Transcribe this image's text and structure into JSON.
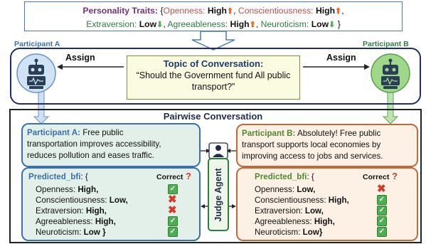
{
  "traits": {
    "heading": "Personality Traits:",
    "open_brace": "{",
    "openness_name": "Openness:",
    "openness_val": "High",
    "conscientiousness_name": "Conscientiousness:",
    "conscientiousness_val": "High",
    "extraversion_name": "Extraversion:",
    "extraversion_val": "Low",
    "agreeableness_name": "Agreeableness:",
    "agreeableness_val": "High",
    "neuroticism_name": "Neuroticism:",
    "neuroticism_val": "Low",
    "close_brace": "}"
  },
  "participant_a_label": "Participant A",
  "participant_b_label": "Participant B",
  "assign_label": "Assign",
  "topic": {
    "title": "Topic of Conversation:",
    "line1": "“Should the Government fund All public",
    "line2": "transport?”"
  },
  "pairwise_title": "Pairwise Conversation",
  "message_a": {
    "speaker": "Participant A:",
    "lines": [
      "Free public",
      "transportation improves accessibility,",
      "reduces pollution and eases traffic."
    ]
  },
  "message_b": {
    "speaker": "Participant B:",
    "lines": [
      "Absolutely! Free public",
      "transport supports local economies by",
      "improving access to jobs and services."
    ]
  },
  "judge_label": "Judge Agent",
  "predicted_a": {
    "title": "Predicted_bfi",
    "open": ": {",
    "correct_label": "Correct",
    "rows": [
      {
        "name": "Openness:",
        "val": "High,",
        "correct": true
      },
      {
        "name": "Conscientiousness:",
        "val": "Low,",
        "correct": false
      },
      {
        "name": "Extraversion:",
        "val": "High,",
        "correct": false
      },
      {
        "name": "Agreeableness:",
        "val": "High,",
        "correct": true
      },
      {
        "name": "Neuroticism:",
        "val": "Low }",
        "correct": true
      }
    ]
  },
  "predicted_b": {
    "title": "Predicted_bfi",
    "open": ": {",
    "correct_label": "Correct",
    "rows": [
      {
        "name": "Openness:",
        "val": "Low,",
        "correct": false
      },
      {
        "name": "Conscientiousness:",
        "val": "High,",
        "correct": true
      },
      {
        "name": "Extraversion:",
        "val": "Low,",
        "correct": true
      },
      {
        "name": "Agreeableness:",
        "val": "High,",
        "correct": true
      },
      {
        "name": "Neuroticism:",
        "val": "Low}",
        "correct": true
      }
    ]
  },
  "colors": {
    "accent_blue": "#3b6fb0",
    "accent_green": "#2e7d3e",
    "accent_orange": "#c06a3a",
    "purple": "#7a2f7f",
    "red": "#c0504d"
  }
}
